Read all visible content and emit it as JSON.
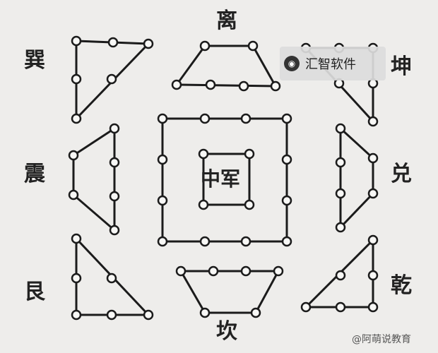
{
  "labels": {
    "li": "离",
    "xun": "巽",
    "kun": "坤",
    "zhen": "震",
    "dui": "兑",
    "gen": "艮",
    "qian": "乾",
    "kan": "坎",
    "center": "中军"
  },
  "watermark": {
    "icon": "game-controller-icon",
    "text": "汇智软件"
  },
  "credit": "@阿萌说教育"
}
